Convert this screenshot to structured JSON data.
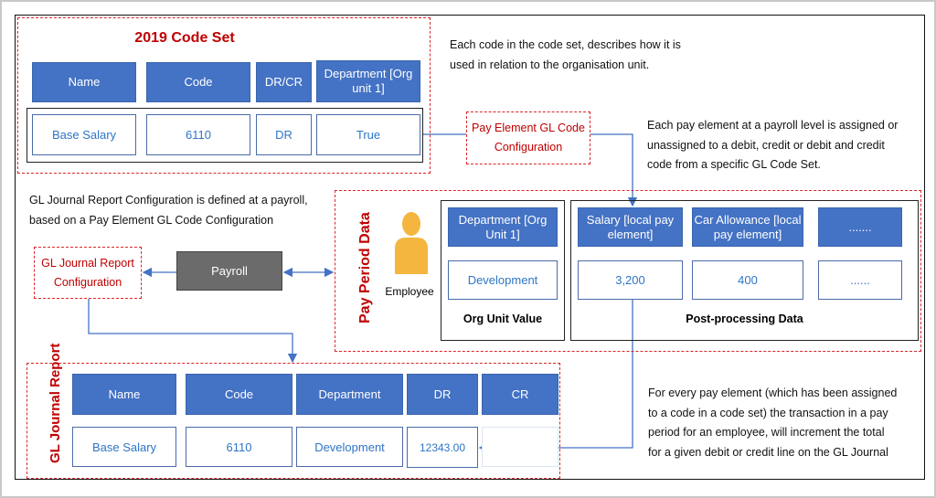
{
  "code_set": {
    "title": "2019 Code Set",
    "headers": [
      "Name",
      "Code",
      "DR/CR",
      "Department [Org unit 1]"
    ],
    "row": [
      "Base Salary",
      "6110",
      "DR",
      "True"
    ]
  },
  "notes": {
    "code_set_note": [
      "Each code in the code set, describes how it is",
      "used in relation to the organisation unit."
    ],
    "pay_element_note": [
      "Each pay element at a payroll level is assigned or",
      "unassigned to a debit, credit or debit and credit",
      "code from a specific GL Code Set."
    ],
    "journal_config_note": [
      "GL Journal Report Configuration is defined at a payroll,",
      "based on a Pay Element GL Code Configuration"
    ],
    "increment_note": [
      "For every pay element (which has been assigned",
      "to a code in a code set) the transaction in a pay",
      "period for an employee, will increment the total",
      "for a given debit or credit line on the GL Journal"
    ]
  },
  "pay_element_config": "Pay Element GL Code Configuration",
  "journal_report_config": "GL Journal Report Configuration",
  "payroll": "Payroll",
  "pay_period": {
    "title": "Pay Period Data",
    "employee_label": "Employee",
    "org_unit": {
      "header": "Department [Org Unit 1]",
      "value": "Development",
      "label": "Org Unit Value"
    },
    "post_processing": {
      "headers": [
        "Salary [local pay element]",
        "Car Allowance [local pay element]",
        "......."
      ],
      "values": [
        "3,200",
        "400",
        "......"
      ],
      "label": "Post-processing Data"
    }
  },
  "journal_report": {
    "title": "GL Journal Report",
    "headers": [
      "Name",
      "Code",
      "Department",
      "DR",
      "CR"
    ],
    "row": [
      "Base Salary",
      "6110",
      "Development",
      "12343.00",
      ""
    ]
  },
  "colors": {
    "header_blue": "#4472c4",
    "accent_red": "#c00000",
    "payroll_gray": "#6b6b6b",
    "employee_orange": "#f4b63f",
    "line_blue": "#4472c4"
  }
}
